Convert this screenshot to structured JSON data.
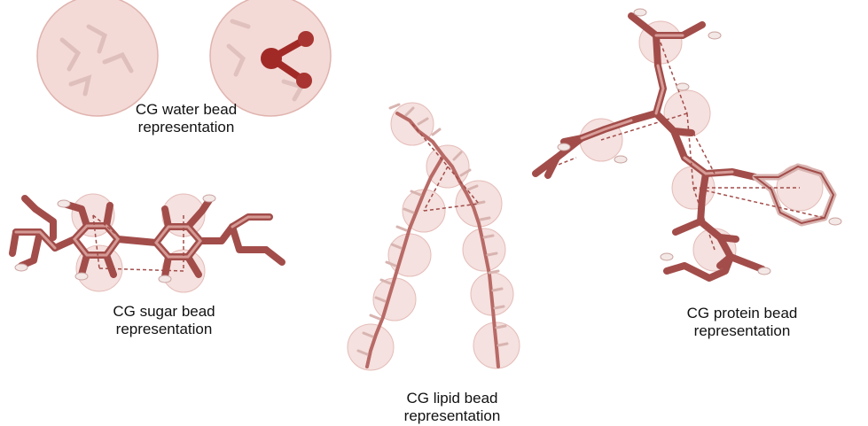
{
  "colors": {
    "bond": "#a24d4a",
    "bond_light": "#d9a6a2",
    "bead_fill": "#efc9c6",
    "bead_stroke": "#d6a09c",
    "atom_dark": "#a12a27",
    "hydrogen": "#f2e6e4"
  },
  "panels": {
    "water": {
      "line1": "CG water bead",
      "line2": "representation"
    },
    "sugar": {
      "line1": "CG sugar bead",
      "line2": "representation"
    },
    "lipid": {
      "line1": "CG lipid bead",
      "line2": "representation"
    },
    "protein": {
      "line1": "CG protein bead",
      "line2": "representation"
    }
  }
}
